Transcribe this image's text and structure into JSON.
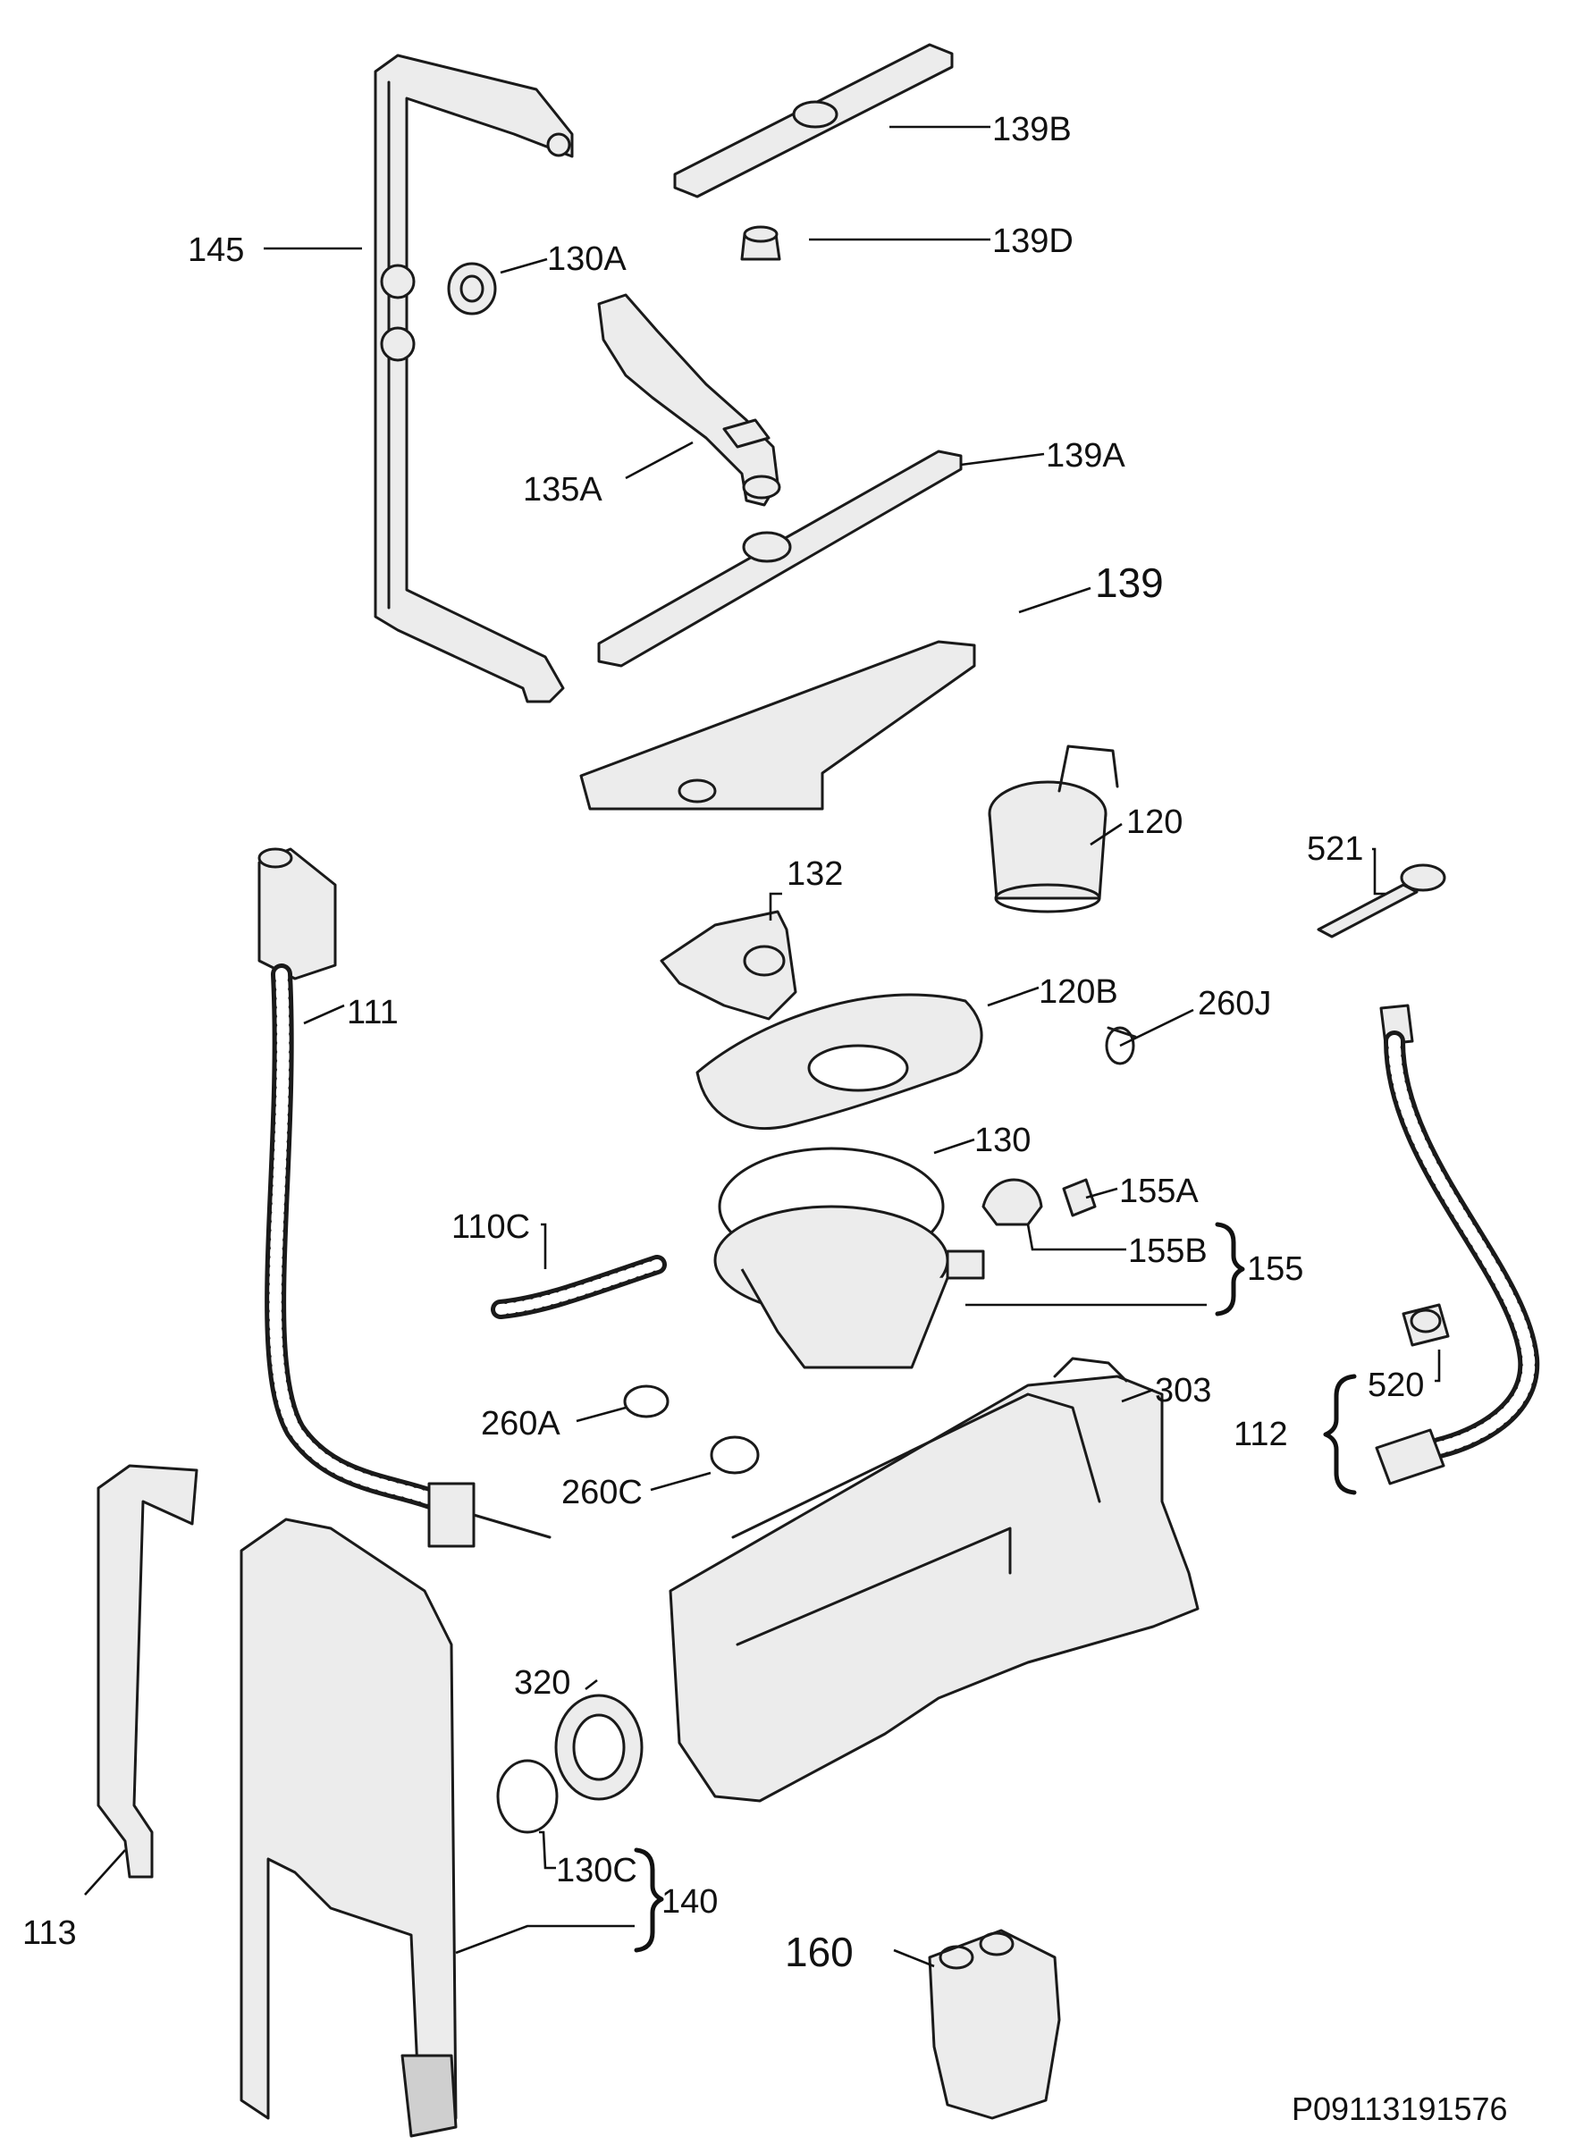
{
  "labels": {
    "p145": "145",
    "p130A": "130A",
    "p139B": "139B",
    "p139D": "139D",
    "p135A": "135A",
    "p139A": "139A",
    "p139": "139",
    "p120": "120",
    "p521": "521",
    "p132": "132",
    "p111": "111",
    "p120B": "120B",
    "p260J": "260J",
    "p130": "130",
    "p110C": "110C",
    "p155A": "155A",
    "p155B": "155B",
    "p155": "155",
    "p303": "303",
    "p520": "520",
    "p112": "112",
    "p260A": "260A",
    "p260C": "260C",
    "p320": "320",
    "p130C": "130C",
    "p140": "140",
    "p113": "113",
    "p160": "160"
  },
  "drawing_code": "P09113191576"
}
